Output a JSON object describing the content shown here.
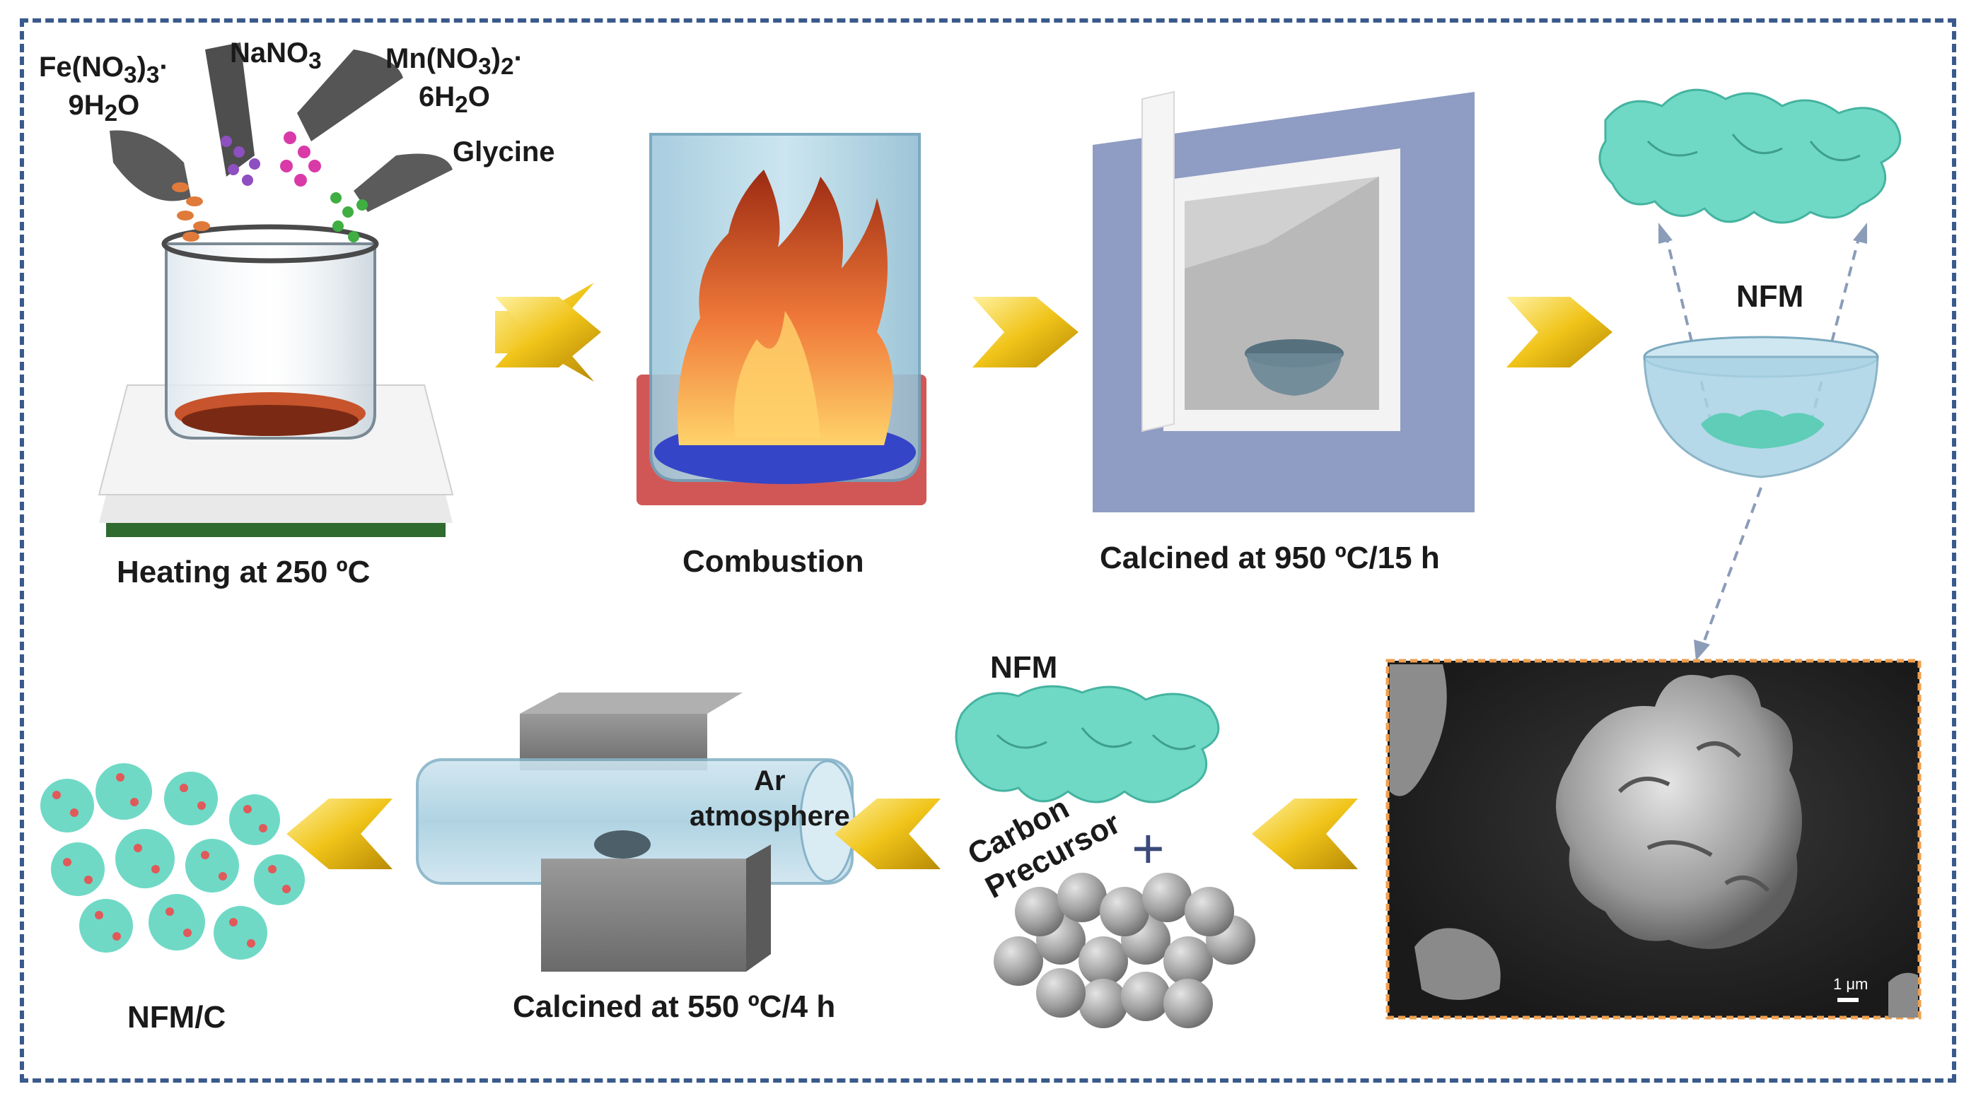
{
  "reagents": {
    "fe_line1": "Fe(NO",
    "fe_sub1": "3",
    "fe_line1b": ")",
    "fe_sub2": "3",
    "fe_line1c": "·",
    "fe_line2": "9H",
    "fe_sub3": "2",
    "fe_line2b": "O",
    "na": "NaNO",
    "na_sub": "3",
    "mn_line1": "Mn(NO",
    "mn_sub1": "3",
    "mn_line1b": ")",
    "mn_sub2": "2",
    "mn_line1c": "·",
    "mn_line2": "6H",
    "mn_sub3": "2",
    "mn_line2b": "O",
    "glycine": "Glycine"
  },
  "steps": {
    "heating": "Heating at 250 ºC",
    "combustion": "Combustion",
    "calcined1": "Calcined at 950 ºC/15 h",
    "nfm_top": "NFM",
    "nfm_mix": "NFM",
    "carbon1": "Carbon",
    "carbon2": "Precursor",
    "plus": "+",
    "ar1": "Ar",
    "ar2": "atmosphere",
    "calcined2": "Calcined at 550 ºC/4 h",
    "product": "NFM/C"
  },
  "sem": {
    "scale": "1 μm"
  },
  "colors": {
    "frame": "#3a5a8c",
    "arrow": "#e2b510",
    "nfm": "#6fd9c6",
    "furnace": "#8f9cc3",
    "flame": "#e8663a",
    "sem_border": "#f0a050"
  }
}
